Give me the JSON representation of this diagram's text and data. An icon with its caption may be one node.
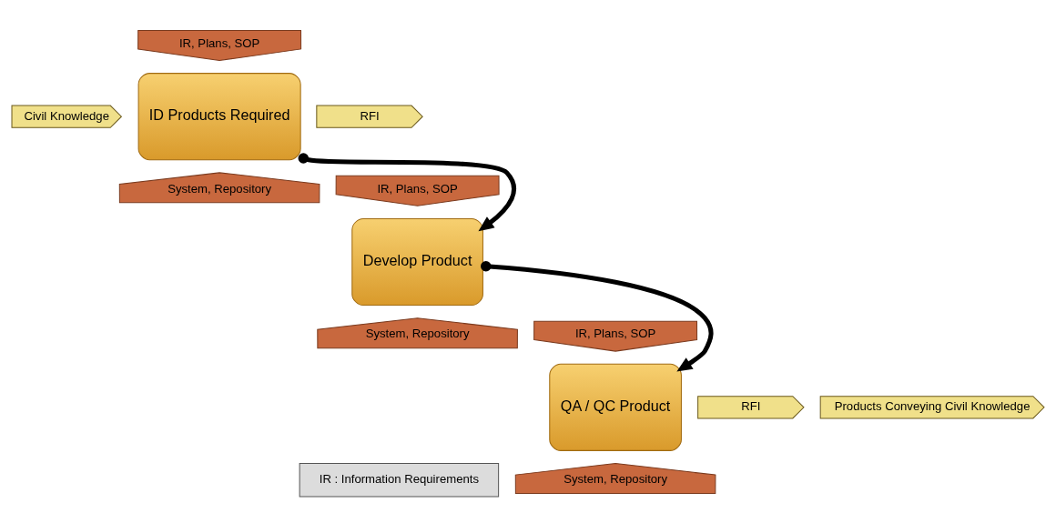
{
  "diagram": {
    "nodes": [
      {
        "text": [
          "IR, Plans, SOP"
        ]
      },
      {
        "text": [
          "ID Products Required"
        ]
      },
      {
        "text": [
          "Civil Knowledge"
        ]
      },
      {
        "text": [
          "RFI"
        ]
      },
      {
        "text": [
          "System, Repository"
        ]
      },
      {
        "text": [
          "IR, Plans, SOP"
        ]
      },
      {
        "text": [
          "Develop Product"
        ]
      },
      {
        "text": [
          "System, Repository"
        ]
      },
      {
        "text": [
          "IR, Plans, SOP"
        ]
      },
      {
        "text": [
          "QA / QC Product"
        ]
      },
      {
        "text": [
          "RFI"
        ]
      },
      {
        "text": [
          "Products Conveying Civil Knowledge"
        ]
      },
      {
        "text": [
          "System, Repository"
        ]
      },
      {
        "text": [
          "IR : Information Requirements"
        ]
      }
    ],
    "edges": [
      {
        "from": 1,
        "to": 6,
        "arrow": "to"
      },
      {
        "from": 6,
        "to": 9,
        "arrow": "to"
      }
    ]
  }
}
